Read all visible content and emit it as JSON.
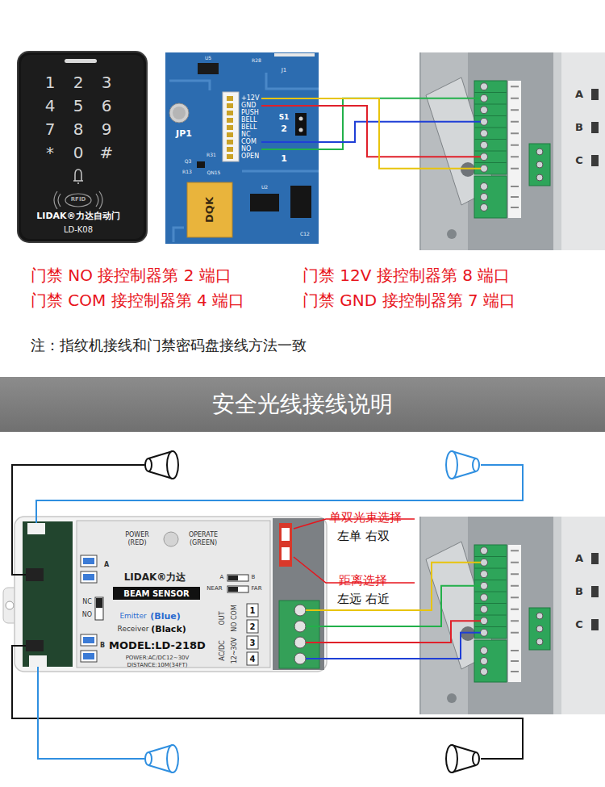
{
  "diagram": {
    "nodes": [
      {
        "text": [
          "1",
          "2",
          "3",
          "4",
          "5",
          "6",
          "7",
          "8",
          "9",
          "*",
          "0",
          "#",
          "RFID",
          "LIDAK®力达自动门",
          "LD-K08"
        ]
      },
      {
        "text": [
          "+12V",
          "GND",
          "PUSH",
          "BELL",
          "BELL",
          "NC",
          "COM",
          "NO",
          "OPEN",
          "U5",
          "R28",
          "J1",
          "JP1",
          "S1",
          "2",
          "1",
          "Q3",
          "R31",
          "R13",
          "QN15",
          "DQK",
          "U2",
          "C12"
        ]
      },
      {
        "text": [
          "A",
          "B",
          "C"
        ]
      },
      {
        "text": [
          "安全光线接线说明"
        ]
      },
      {
        "text": [
          "POWER",
          "(RED)",
          "OPERATE",
          "(GREEN)",
          "A",
          "A",
          "B",
          "NEAR",
          "FAR",
          "LIDAK®力达",
          "NC",
          "NO",
          "Emitter",
          "(Blue)",
          "Receiver",
          "(Black)",
          "B",
          "MODEL:LD-218D",
          "POWER:AC/DC12~30V",
          "DISTANCE:10M(34FT)",
          "OUT",
          "NO COM",
          "AC/DC",
          "12~30V",
          "1",
          "2",
          "3",
          "4"
        ]
      },
      {
        "text": [
          "BEAM SENSOR"
        ],
        "in": 4
      },
      {
        "text": [
          "A",
          "B",
          "C"
        ]
      }
    ],
    "edges": [
      {
        "from": 1,
        "to": 2,
        "arrow": "none"
      },
      {
        "from": 1,
        "to": 2,
        "arrow": "none"
      },
      {
        "from": 1,
        "to": 2,
        "arrow": "none"
      },
      {
        "from": 1,
        "to": 2,
        "arrow": "none"
      },
      {
        "from": 4,
        "to": 6,
        "arrow": "none"
      },
      {
        "from": 4,
        "to": 6,
        "arrow": "none"
      },
      {
        "from": 4,
        "to": 6,
        "arrow": "none"
      },
      {
        "from": 4,
        "to": 6,
        "arrow": "none"
      }
    ],
    "labels": [
      "门禁 NO 接控制器第 2 端口",
      "门禁 12V 接控制器第 8 端口",
      "门禁 COM 接控制器第 4 端口",
      "门禁 GND 接控制器第 7 端口",
      "注：指纹机接线和门禁密码盘接线方法一致",
      "单双光束选择",
      "左单 右双",
      "距离选择",
      "左远 右近"
    ]
  }
}
